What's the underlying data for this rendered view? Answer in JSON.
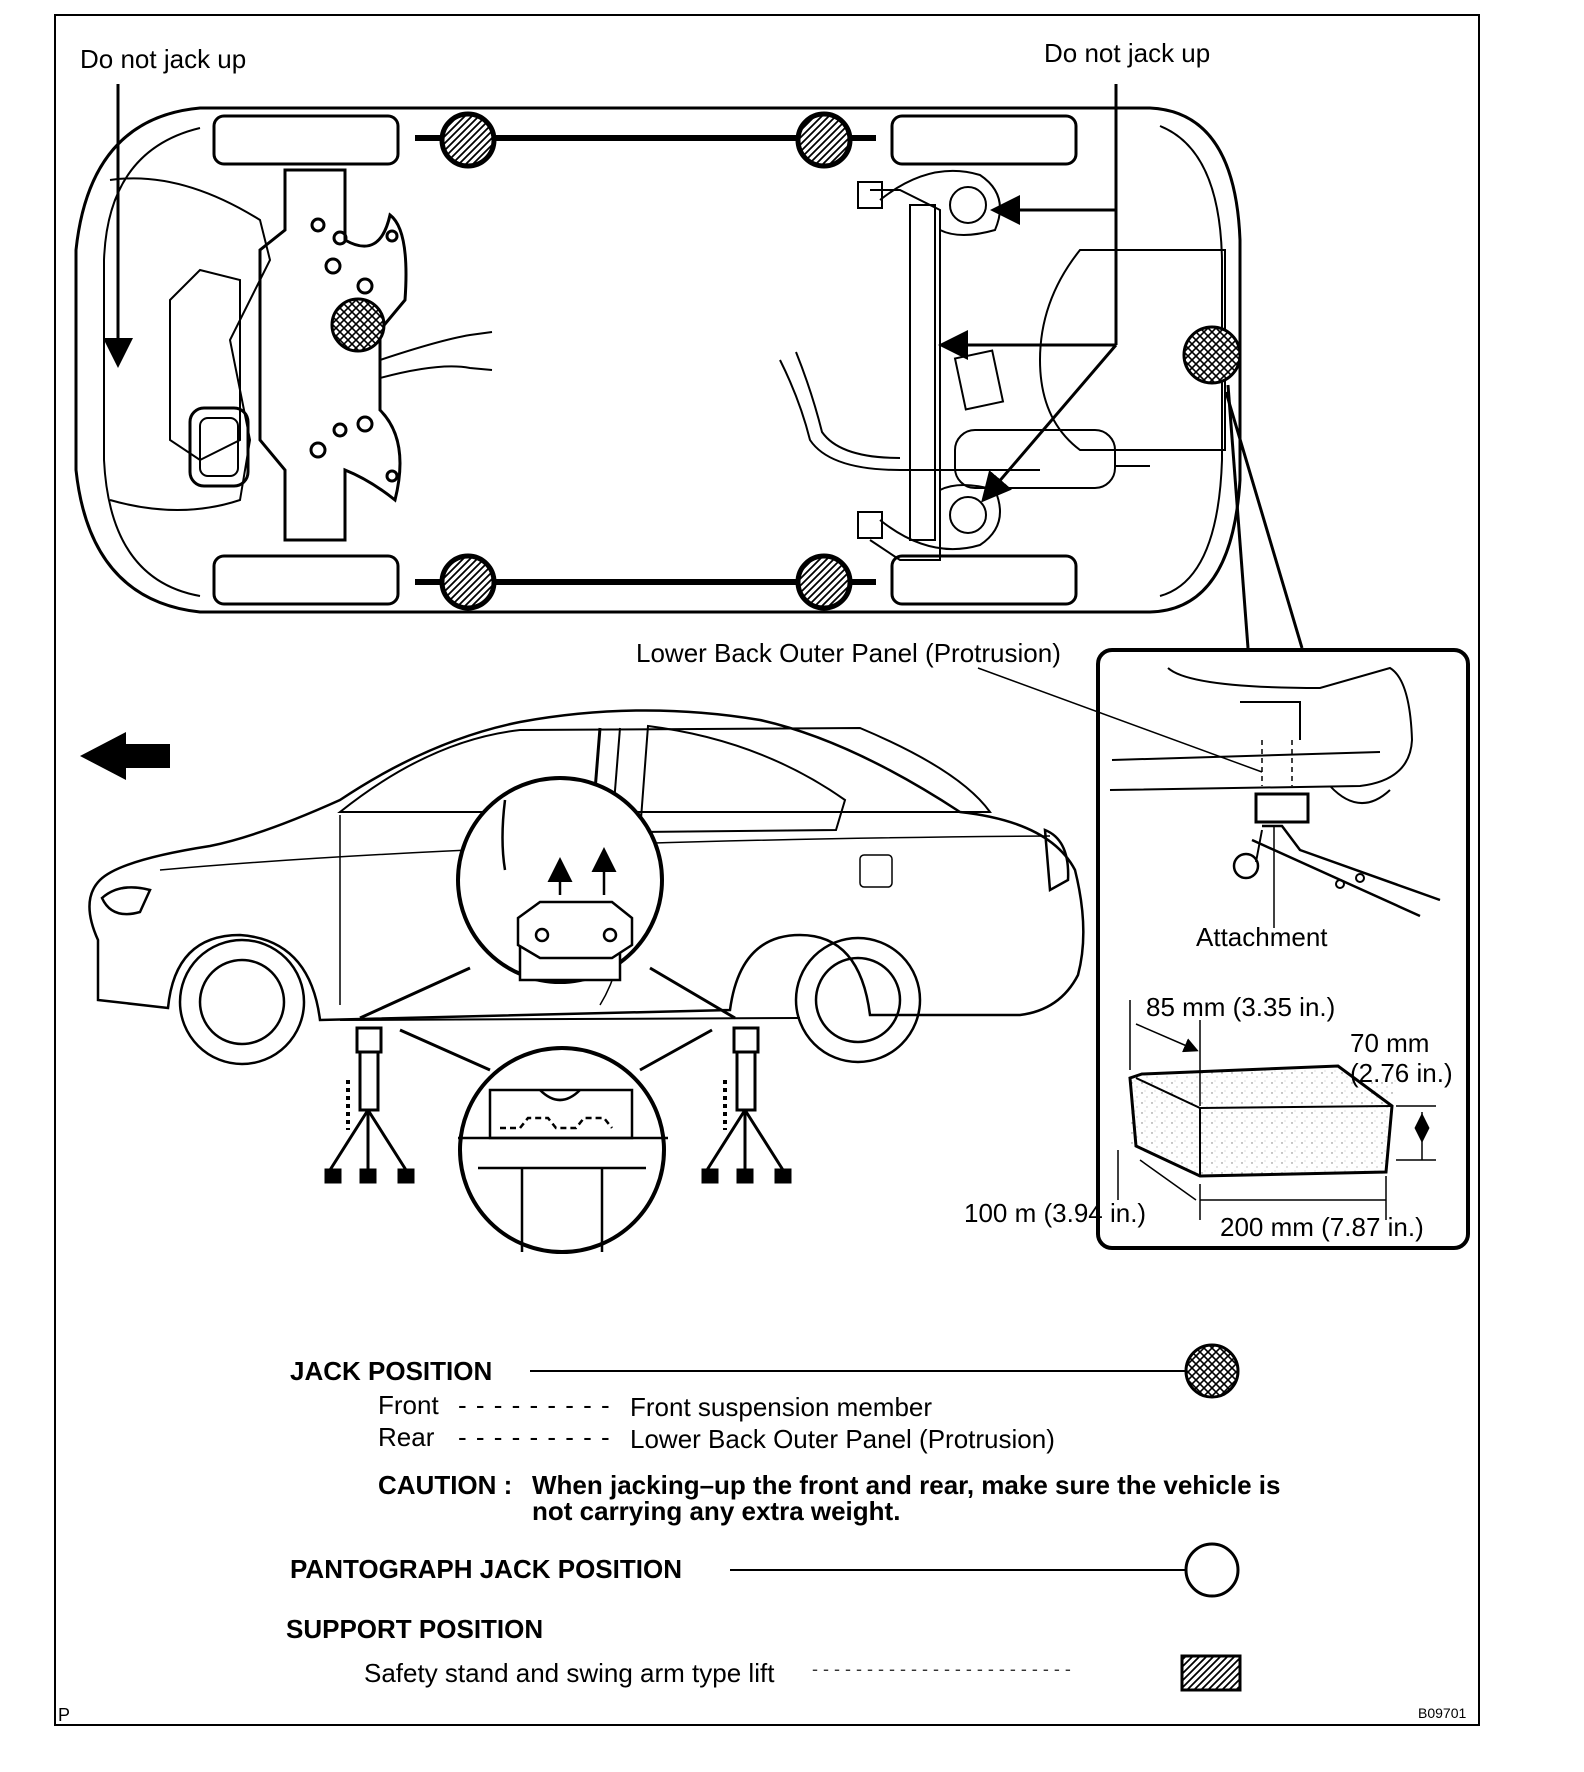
{
  "top_view": {
    "do_not_jack_left": "Do not jack up",
    "do_not_jack_right": "Do not jack up"
  },
  "side_view": {
    "rear_callout": "Lower Back Outer Panel (Protrusion)",
    "attachment": "Attachment",
    "dim_85": "85 mm (3.35 in.)",
    "dim_70_a": "70 mm",
    "dim_70_b": "(2.76 in.)",
    "dim_100": "100 m (3.94 in.)",
    "dim_200": "200 mm (7.87 in.)"
  },
  "legend": {
    "jack_position": "JACK POSITION",
    "front_label": "Front",
    "front_dashes": "- - - - - - - - -",
    "front_value": "Front suspension member",
    "rear_label": "Rear",
    "rear_dashes": "- - - - - - - - -",
    "rear_value": "Lower Back Outer Panel (Protrusion)",
    "caution_label": "CAUTION :",
    "caution_line1": "When jacking–up the front and rear, make sure the vehicle is",
    "caution_line2": "not carrying any extra weight.",
    "pantograph": "PANTOGRAPH JACK POSITION",
    "support": "SUPPORT POSITION",
    "safety_stand": "Safety stand and swing arm type lift",
    "safety_dashes": "- - - - - - - - - - - - - - - - - - - - - - - -"
  },
  "corner": {
    "left": "P",
    "right": "B09701"
  }
}
